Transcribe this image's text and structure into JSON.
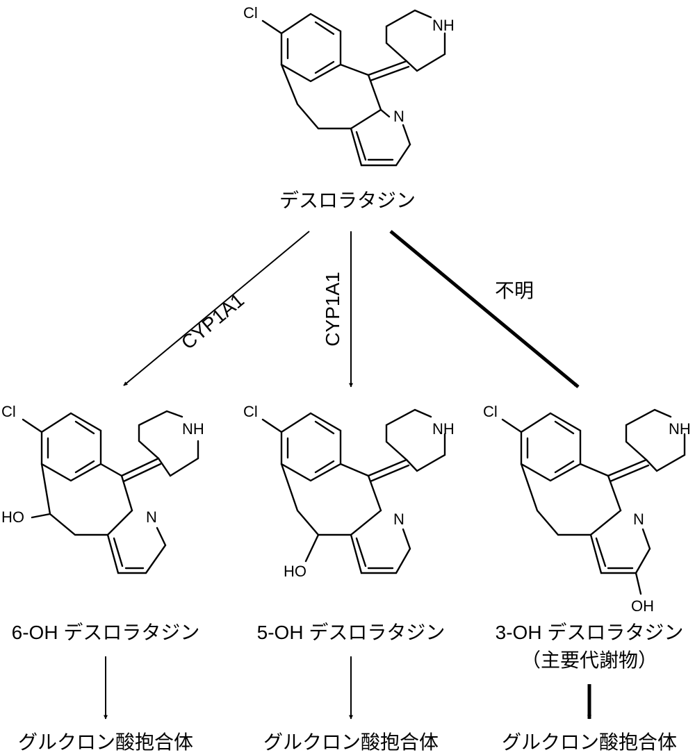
{
  "atoms": {
    "cl": "Cl",
    "nh": "NH",
    "n": "N",
    "ho": "HO",
    "oh": "OH"
  },
  "parent": {
    "name": "デスロラタジン"
  },
  "pathways": {
    "left": {
      "enzyme": "CYP1A1",
      "product": "6-OH デスロラタジン",
      "conjugate": "グルクロン酸抱合体"
    },
    "middle": {
      "enzyme": "CYP1A1",
      "product": "5-OH デスロラタジン",
      "conjugate": "グルクロン酸抱合体"
    },
    "right": {
      "enzyme": "不明",
      "product": "3-OH デスロラタジン",
      "product_note": "（主要代謝物）",
      "conjugate": "グルクロン酸抱合体"
    }
  }
}
